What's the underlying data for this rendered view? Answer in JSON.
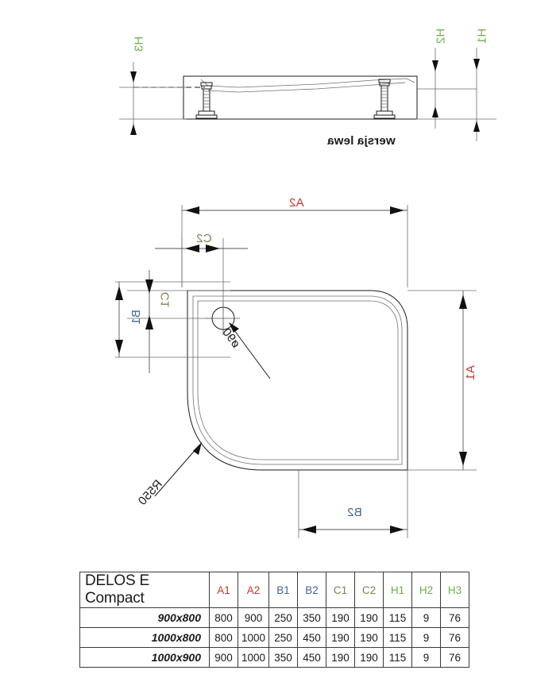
{
  "drawing": {
    "product": "DELOS E Compact",
    "variant_note": "wersja lewa",
    "elevation": {
      "labels": [
        {
          "key": "H3",
          "text": "H3",
          "color": "#6fae4b"
        },
        {
          "key": "H2",
          "text": "H2",
          "color": "#6fae4b"
        },
        {
          "key": "H1",
          "text": "H1",
          "color": "#6fae4b"
        }
      ]
    },
    "plan": {
      "labels": [
        {
          "key": "A2",
          "text": "A2",
          "color": "#c0392b"
        },
        {
          "key": "A1",
          "text": "A1",
          "color": "#c0392b"
        },
        {
          "key": "B1",
          "text": "B1",
          "color": "#42659c"
        },
        {
          "key": "B2",
          "text": "B2",
          "color": "#42659c"
        },
        {
          "key": "C1",
          "text": "C1",
          "color": "#8a7b52"
        },
        {
          "key": "C2",
          "text": "C2",
          "color": "#8a7b52"
        }
      ],
      "drain_label": "ø90",
      "radius_label": "R550"
    }
  },
  "table": {
    "title": "DELOS E Compact",
    "columns": [
      "A1",
      "A2",
      "B1",
      "B2",
      "C1",
      "C2",
      "H1",
      "H2",
      "H3"
    ],
    "column_colors": [
      "#c0392b",
      "#c0392b",
      "#42659c",
      "#42659c",
      "#8a7b52",
      "#8a7b52",
      "#6fae4b",
      "#6fae4b",
      "#6fae4b"
    ],
    "rows": [
      {
        "name": "900x800",
        "values": [
          "800",
          "900",
          "250",
          "350",
          "190",
          "190",
          "115",
          "9",
          "76"
        ]
      },
      {
        "name": "1000x800",
        "values": [
          "800",
          "1000",
          "250",
          "450",
          "190",
          "190",
          "115",
          "9",
          "76"
        ]
      },
      {
        "name": "1000x900",
        "values": [
          "900",
          "1000",
          "350",
          "450",
          "190",
          "190",
          "115",
          "9",
          "76"
        ]
      }
    ]
  }
}
